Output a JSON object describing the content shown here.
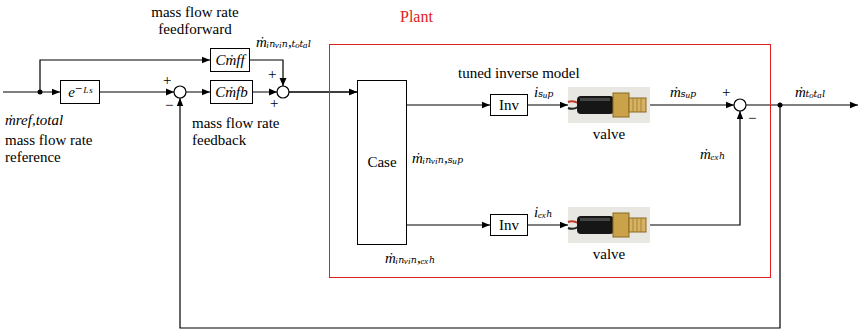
{
  "diagram": {
    "nodes": [
      {
        "text": [
          "e⁻ᴸˢ"
        ]
      },
      {
        "text": [
          "Cṁff"
        ]
      },
      {
        "text": [
          "Cṁfb"
        ]
      },
      {
        "text": [
          "Plant"
        ]
      },
      {
        "text": [
          "Case"
        ],
        "in": 3
      },
      {
        "text": [
          "Inv"
        ],
        "in": 3
      },
      {
        "text": [
          "valve"
        ],
        "in": 3
      },
      {
        "text": [
          "Inv"
        ],
        "in": 3
      },
      {
        "text": [
          "valve"
        ],
        "in": 3
      }
    ],
    "edges": [
      {
        "from": 0,
        "to": 2,
        "arrow": "to"
      },
      {
        "from": 1,
        "to": 4,
        "arrow": "to"
      },
      {
        "from": 2,
        "to": 4,
        "arrow": "to"
      },
      {
        "from": 4,
        "to": 5,
        "arrow": "to"
      },
      {
        "from": 4,
        "to": 7,
        "arrow": "to"
      },
      {
        "from": 5,
        "to": 6,
        "arrow": "to"
      },
      {
        "from": 7,
        "to": 8,
        "arrow": "to"
      }
    ],
    "labels": [
      "mass flow rate feedforward",
      "ṁᵢₙᵥᵢₙ,ₜₒₜₐₗ",
      "+",
      "+",
      "−",
      "+",
      "ṁref,total",
      "mass flow rate reference",
      "mass flow rate feedback",
      "ṁᵢₙᵥᵢₙ,ₛᵤₚ",
      "tuned inverse model",
      "iₛᵤₚ",
      "ṁₛᵤₚ",
      "+",
      "−",
      "ṁₜₒₜₐₗ",
      "ṁₑₓₕ",
      "iₑₓₕ",
      "ṁᵢₙᵥᵢₙ,ₑₓₕ"
    ]
  }
}
